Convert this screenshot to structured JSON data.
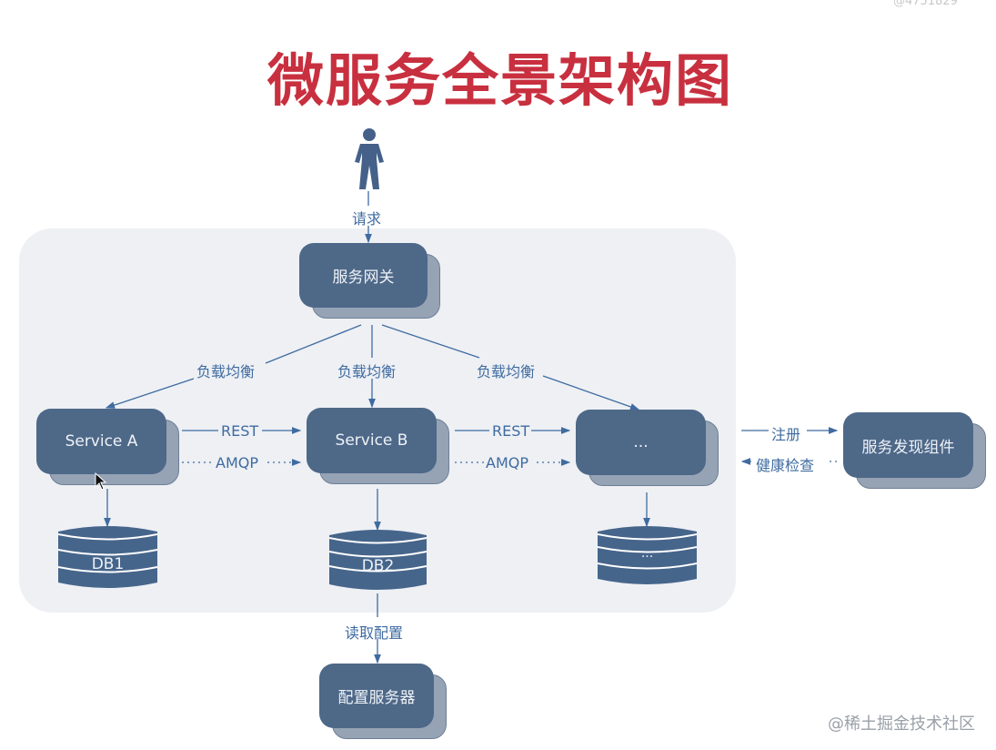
{
  "watermark_top": "@4751829",
  "title": "微服务全景架构图",
  "person": {
    "icon": "user-icon",
    "label": "请求"
  },
  "gateway": {
    "label": "服务网关"
  },
  "load_balance_labels": [
    "负载均衡",
    "负载均衡",
    "负载均衡"
  ],
  "services": [
    {
      "label": "Service A"
    },
    {
      "label": "Service B"
    },
    {
      "label": "..."
    }
  ],
  "service_links": [
    {
      "label": "REST",
      "style": "solid"
    },
    {
      "label": "AMQP",
      "style": "dotted"
    },
    {
      "label": "REST",
      "style": "solid"
    },
    {
      "label": "AMQP",
      "style": "dotted"
    }
  ],
  "databases": [
    {
      "label": "DB1"
    },
    {
      "label": "DB2"
    },
    {
      "label": "..."
    }
  ],
  "discovery": {
    "label": "服务发现组件",
    "register_label": "注册",
    "health_label": "健康检查"
  },
  "config": {
    "read_label": "读取配置",
    "label": "配置服务器"
  },
  "colors": {
    "title": "#c8303f",
    "box": "#4e6888",
    "box_shadow": "#95a3b5",
    "line": "#3f6ba0",
    "panel": "#eef0f4",
    "db": "#46658b"
  },
  "watermark_bottom": "@稀土掘金技术社区"
}
